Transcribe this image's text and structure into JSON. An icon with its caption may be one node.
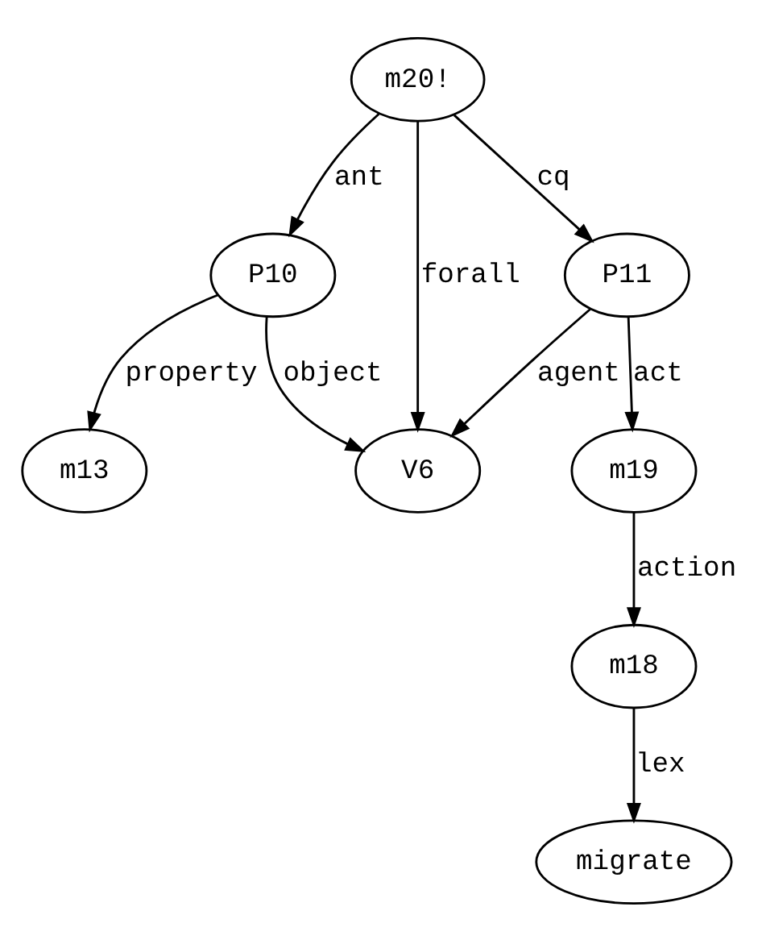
{
  "diagram": {
    "nodes": [
      {
        "text": [
          "m20!"
        ]
      },
      {
        "text": [
          "P10"
        ]
      },
      {
        "text": [
          "P11"
        ]
      },
      {
        "text": [
          "m13"
        ]
      },
      {
        "text": [
          "V6"
        ]
      },
      {
        "text": [
          "m19"
        ]
      },
      {
        "text": [
          "m18"
        ]
      },
      {
        "text": [
          "migrate"
        ]
      }
    ],
    "edges": [
      {
        "from": 0,
        "to": 1,
        "arrow": "to",
        "label": "ant"
      },
      {
        "from": 0,
        "to": 4,
        "arrow": "to",
        "label": "forall"
      },
      {
        "from": 0,
        "to": 2,
        "arrow": "to",
        "label": "cq"
      },
      {
        "from": 1,
        "to": 3,
        "arrow": "to",
        "label": "property"
      },
      {
        "from": 1,
        "to": 4,
        "arrow": "to",
        "label": "object"
      },
      {
        "from": 2,
        "to": 4,
        "arrow": "to",
        "label": "agent"
      },
      {
        "from": 2,
        "to": 5,
        "arrow": "to",
        "label": "act"
      },
      {
        "from": 5,
        "to": 6,
        "arrow": "to",
        "label": "action"
      },
      {
        "from": 6,
        "to": 7,
        "arrow": "to",
        "label": "lex"
      }
    ]
  }
}
